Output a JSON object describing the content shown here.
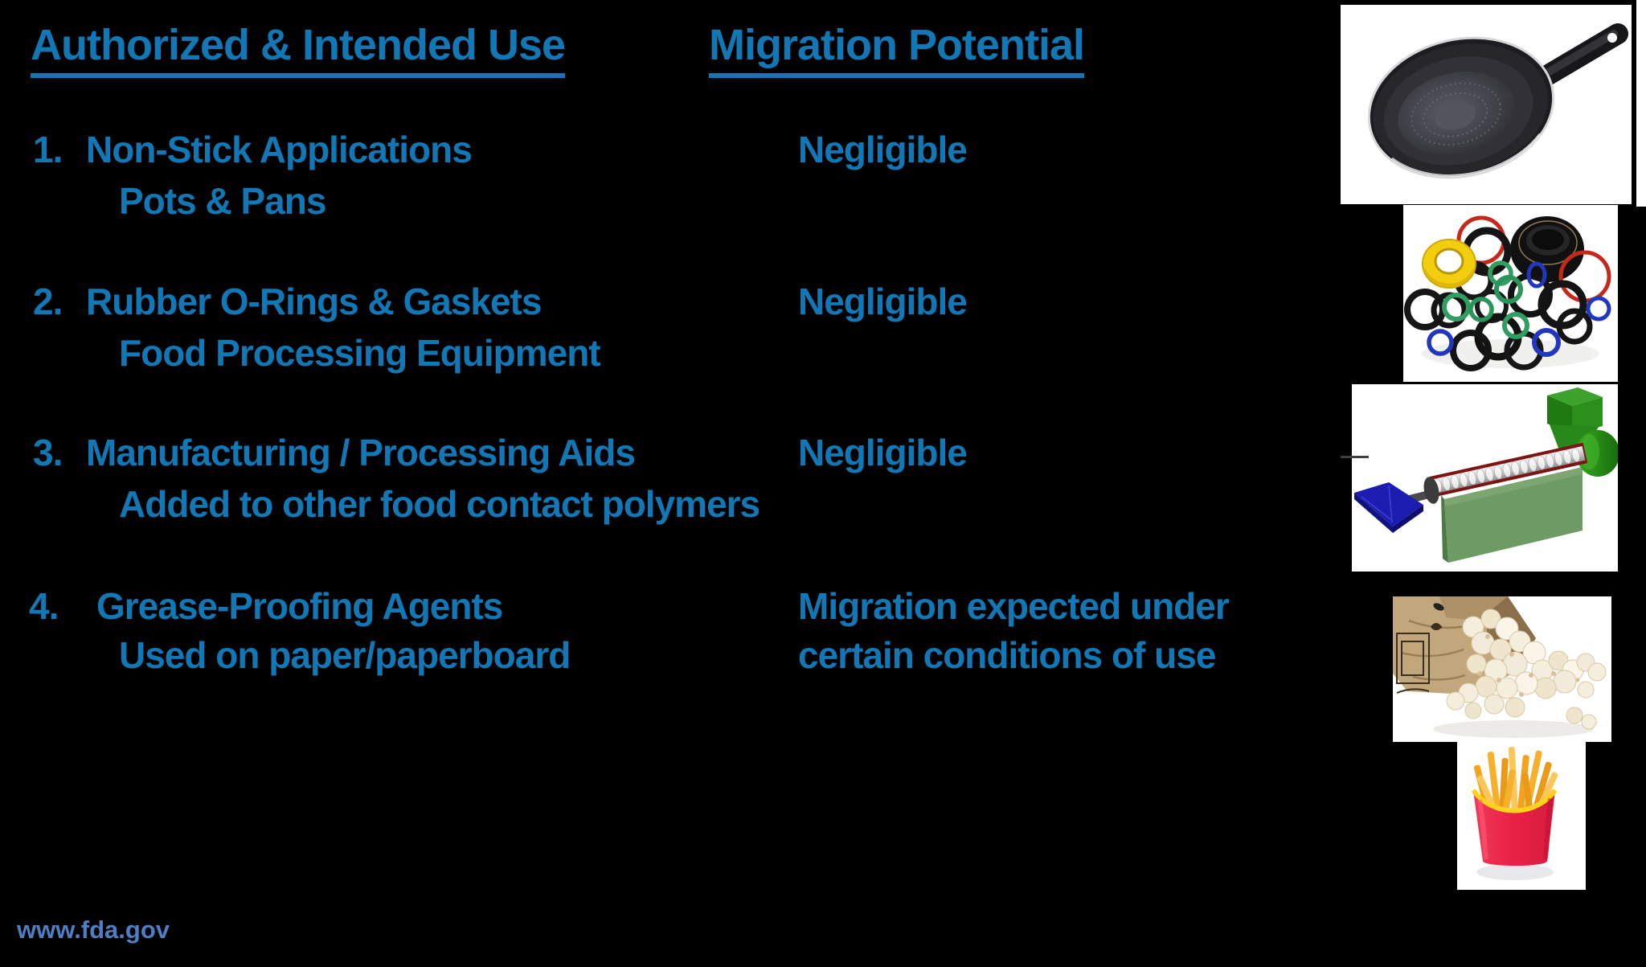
{
  "slide": {
    "background": "#000000",
    "accent_blue": "#1277b5",
    "footer_blue": "#4f7ec3"
  },
  "headers": {
    "left": "Authorized & Intended Use",
    "right": "Migration Potential"
  },
  "items": [
    {
      "number": "1.",
      "title": "Non-Stick Applications",
      "subtitle": "Pots & Pans",
      "migration": "Negligible"
    },
    {
      "number": "2.",
      "title": "Rubber O-Rings & Gaskets",
      "subtitle": "Food Processing Equipment",
      "migration": "Negligible"
    },
    {
      "number": "3.",
      "title": "Manufacturing / Processing Aids",
      "subtitle": "Added to other food contact polymers",
      "migration": "Negligible"
    },
    {
      "number": "4.",
      "title": "Grease-Proofing Agents",
      "subtitle": "Used on paper/paperboard",
      "migration": "Migration expected under",
      "migration_line2": "certain conditions of use"
    }
  ],
  "footer": {
    "url": "www.fda.gov"
  },
  "images": {
    "pan": "non-stick frying pan",
    "orings": "rubber o-rings and gaskets",
    "extruder": "polymer extruder machine",
    "popcorn": "popcorn bag",
    "fries": "french fries carton"
  }
}
